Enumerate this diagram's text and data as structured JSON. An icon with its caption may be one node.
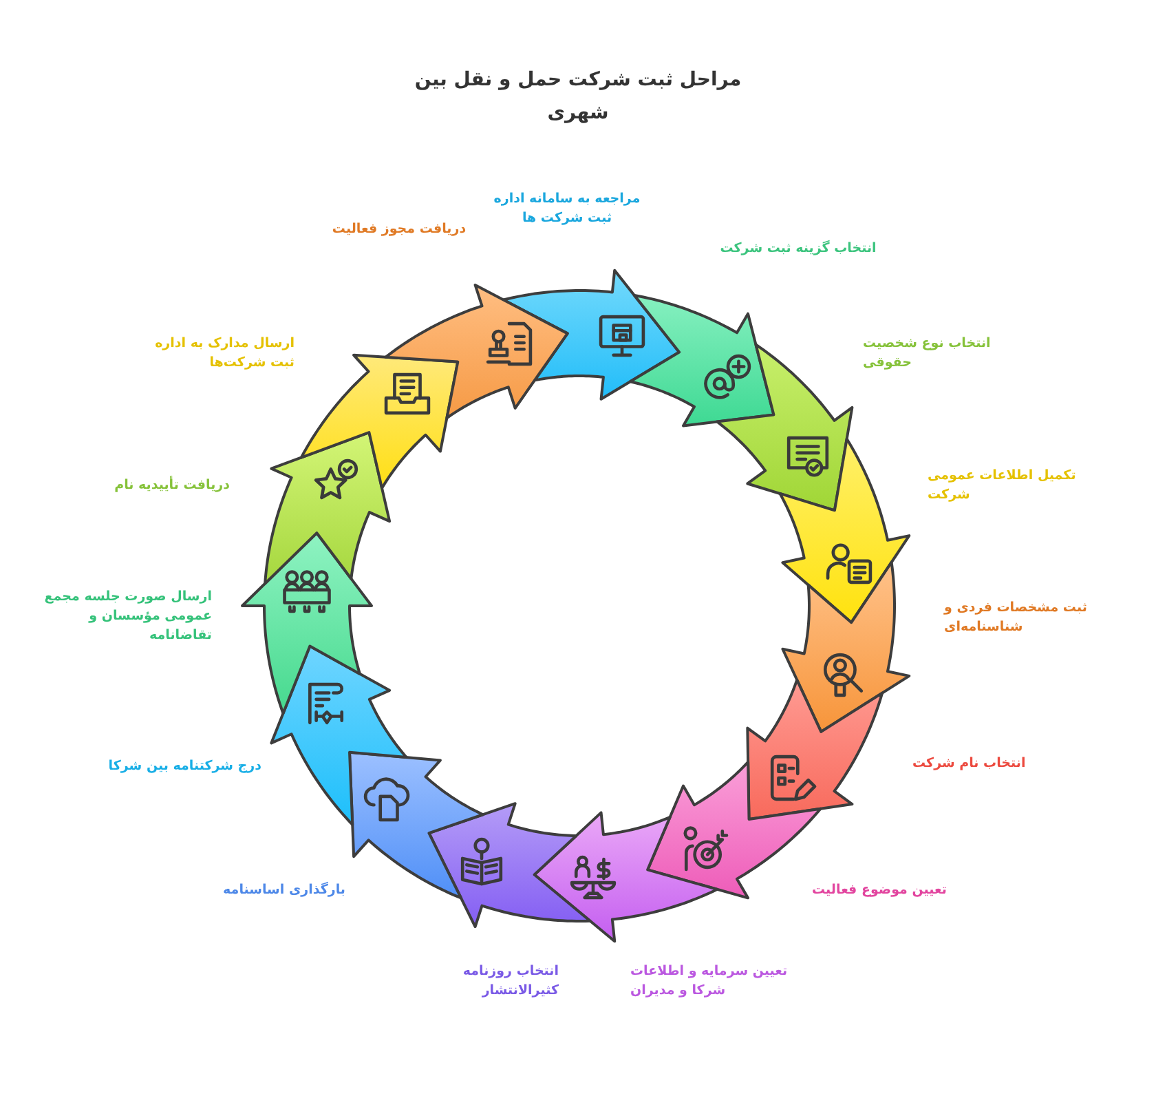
{
  "diagram": {
    "title": "مراحل ثبت شرکت حمل و نقل بین شهری",
    "nodes": [
      {
        "text": [],
        "shape": "arrow",
        "beside": [
          "مراجعه به سامانه اداره ثبت شرکت ها"
        ]
      },
      {
        "text": [],
        "shape": "arrow",
        "beside": [
          "انتخاب گزینه ثبت شرکت"
        ]
      },
      {
        "text": [],
        "shape": "arrow",
        "beside": [
          "انتخاب نوع شخصیت حقوقی"
        ]
      },
      {
        "text": [],
        "shape": "arrow",
        "beside": [
          "تکمیل اطلاعات عمومی شرکت"
        ]
      },
      {
        "text": [],
        "shape": "arrow",
        "beside": [
          "ثبت مشخصات فردی و شناسنامه‌ای"
        ]
      },
      {
        "text": [],
        "shape": "arrow",
        "beside": [
          "انتخاب نام شرکت"
        ]
      },
      {
        "text": [],
        "shape": "arrow",
        "beside": [
          "تعیین موضوع فعالیت"
        ]
      },
      {
        "text": [],
        "shape": "arrow",
        "beside": [
          "تعیین سرمایه و اطلاعات شرکا و مدیران"
        ]
      },
      {
        "text": [],
        "shape": "arrow",
        "beside": [
          "انتخاب روزنامه کثیرالانتشار"
        ]
      },
      {
        "text": [],
        "shape": "arrow",
        "beside": [
          "بارگذاری اساسنامه"
        ]
      },
      {
        "text": [],
        "shape": "arrow",
        "beside": [
          "درج شرکتنامه بین شرکا"
        ]
      },
      {
        "text": [],
        "shape": "arrow",
        "beside": [
          "ارسال صورت جلسه مجمع عمومی مؤسسان و تقاضانامه"
        ]
      },
      {
        "text": [],
        "shape": "arrow",
        "beside": [
          "دریافت تأییدیه نام"
        ]
      },
      {
        "text": [],
        "shape": "arrow",
        "beside": [
          "ارسال مدارک به اداره ثبت شرکت‌ها"
        ]
      },
      {
        "text": [],
        "shape": "arrow",
        "beside": [
          "دریافت مجوز فعالیت"
        ]
      }
    ]
  }
}
